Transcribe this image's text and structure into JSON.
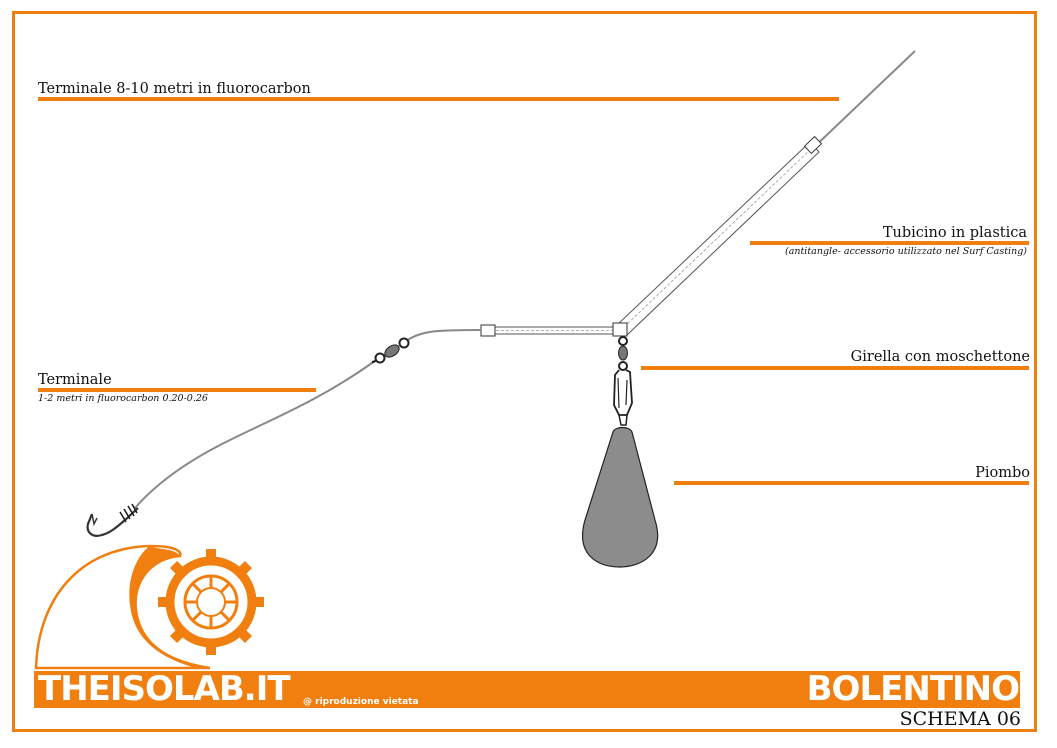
{
  "labels": {
    "terminale_fluoro": "Terminale 8-10 metri in fluorocarbon",
    "tubicino": "Tubicino in plastica",
    "tubicino_note": "(antitangle- accessorio utilizzato nel Surf Casting)",
    "girella": "Girella con moschettone",
    "terminale": "Terminale",
    "terminale_note": "1-2 metri in fluorocarbon 0.20-0.26",
    "piombo": "Piombo"
  },
  "footer": {
    "brand": "THEISOLAB.IT",
    "copyright": "@ riproduzione vietata",
    "title": "BOLENTINO",
    "subtitle": "SCHEMA 06"
  },
  "colors": {
    "accent": "#f07f10",
    "line": "#888888",
    "lead": "#8c8c8c"
  }
}
